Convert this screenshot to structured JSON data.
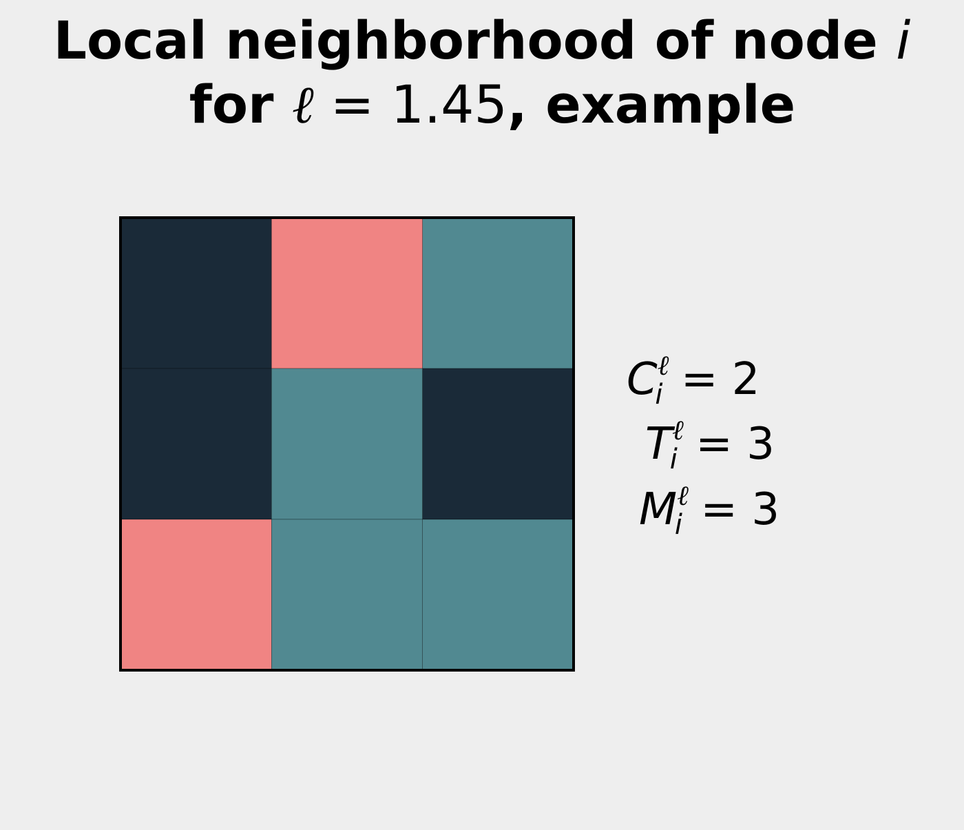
{
  "title": {
    "line1_prefix": "Local neighborhood of node ",
    "line1_var": "i",
    "line2_prefix": "for ",
    "ell": "ℓ",
    "equals": " = ",
    "ell_value": "1.45",
    "line2_suffix": ", example"
  },
  "grid": {
    "rows": 3,
    "cols": 3,
    "cells": [
      [
        "dark",
        "salmon",
        "teal"
      ],
      [
        "dark",
        "teal",
        "dark"
      ],
      [
        "salmon",
        "teal",
        "teal"
      ]
    ]
  },
  "colors": {
    "background": "#eeeeee",
    "dark": "#1a2a38",
    "salmon": "#f08483",
    "teal": "#518991",
    "border": "#000000"
  },
  "stats": [
    {
      "symbol": "C",
      "sub": "i",
      "sup": "ℓ",
      "eq": " = ",
      "value": "2"
    },
    {
      "symbol": "T",
      "sub": "i",
      "sup": "ℓ",
      "eq": " = ",
      "value": "3"
    },
    {
      "symbol": "M",
      "sub": "i",
      "sup": "ℓ",
      "eq": " = ",
      "value": "3"
    }
  ]
}
